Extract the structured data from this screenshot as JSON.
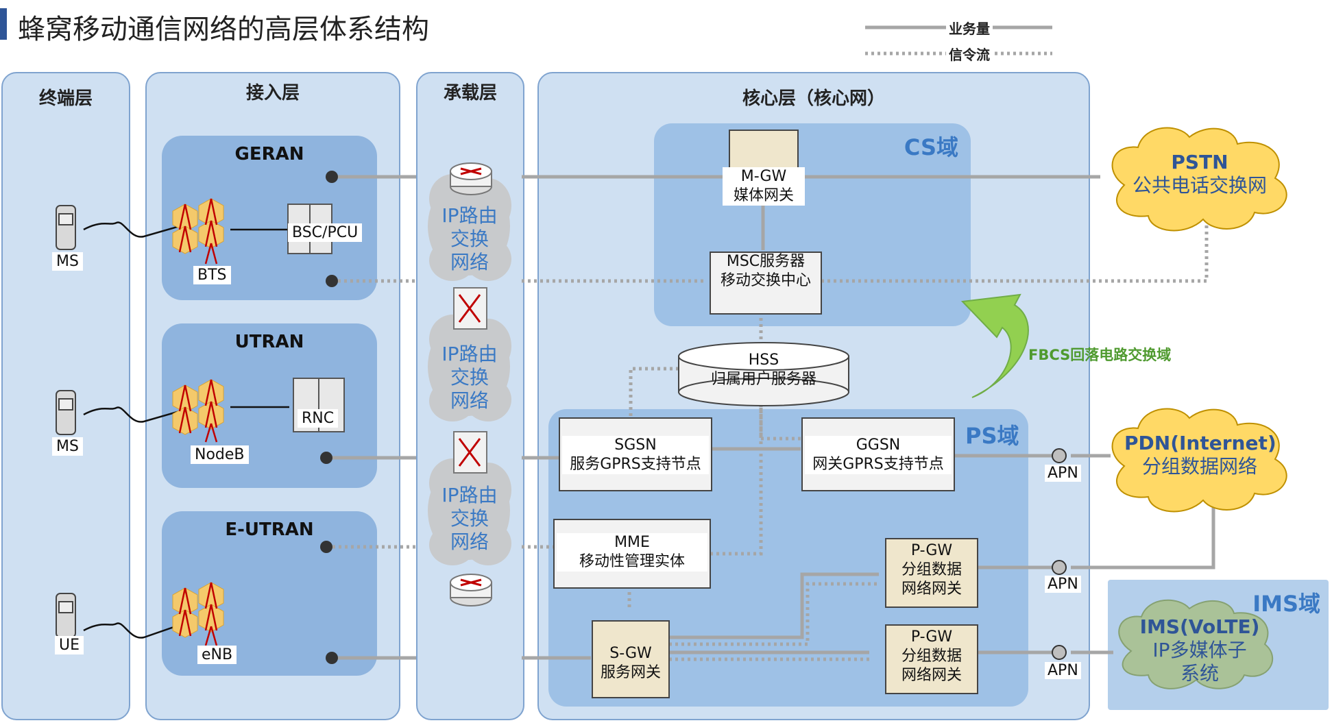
{
  "title": "蜂窝移动通信网络的高层体系结构",
  "legend": {
    "traffic": "业务量",
    "signaling": "信令流"
  },
  "layers": {
    "terminal": "终端层",
    "access": "接入层",
    "bearer": "承载层",
    "core": "核心层（核心网）"
  },
  "access_networks": {
    "geran": {
      "title": "GERAN",
      "controller": "BSC/PCU",
      "station": "BTS",
      "terminal": "MS"
    },
    "utran": {
      "title": "UTRAN",
      "controller": "RNC",
      "station": "NodeB",
      "terminal": "MS"
    },
    "eutran": {
      "title": "E-UTRAN",
      "station": "eNB",
      "terminal": "UE"
    }
  },
  "bearer_clouds": [
    {
      "line1": "IP路由",
      "line2": "交换",
      "line3": "网络"
    },
    {
      "line1": "IP路由",
      "line2": "交换",
      "line3": "网络"
    },
    {
      "line1": "IP路由",
      "line2": "交换",
      "line3": "网络"
    }
  ],
  "domains": {
    "cs": "CS域",
    "ps": "PS域",
    "ims": "IMS域"
  },
  "core_nodes": {
    "mgw": {
      "line1": "M-GW",
      "line2": "媒体网关"
    },
    "msc": {
      "line1": "MSC服务器",
      "line2": "移动交换中心"
    },
    "hss": {
      "line1": "HSS",
      "line2": "归属用户服务器"
    },
    "sgsn": {
      "line1": "SGSN",
      "line2": "服务GPRS支持节点"
    },
    "ggsn": {
      "line1": "GGSN",
      "line2": "网关GPRS支持节点"
    },
    "mme": {
      "line1": "MME",
      "line2": "移动性管理实体"
    },
    "pgw1": {
      "line1": "P-GW",
      "line2": "分组数据",
      "line3": "网络网关"
    },
    "pgw2": {
      "line1": "P-GW",
      "line2": "分组数据",
      "line3": "网络网关"
    },
    "sgw": {
      "line1": "S-GW",
      "line2": "服务网关"
    }
  },
  "fallback": "FBCS回落电路交换域",
  "apn_label": "APN",
  "external": {
    "pstn": {
      "line1": "PSTN",
      "line2": "公共电话交换网"
    },
    "pdn": {
      "line1": "PDN(Internet)",
      "line2": "分组数据网络"
    },
    "ims": {
      "line1": "IMS(VoLTE)",
      "line2": "IP多媒体子",
      "line3": "系统"
    }
  },
  "colors": {
    "layer_fill": "#cfe0f2",
    "subnet_fill": "#8fb4de",
    "domain_fill": "#9ec1e6",
    "cloud_fill": "#ffd966",
    "link": "#a6a6a6",
    "accent": "#2f5597",
    "fallback_arrow": "#70ad47"
  }
}
